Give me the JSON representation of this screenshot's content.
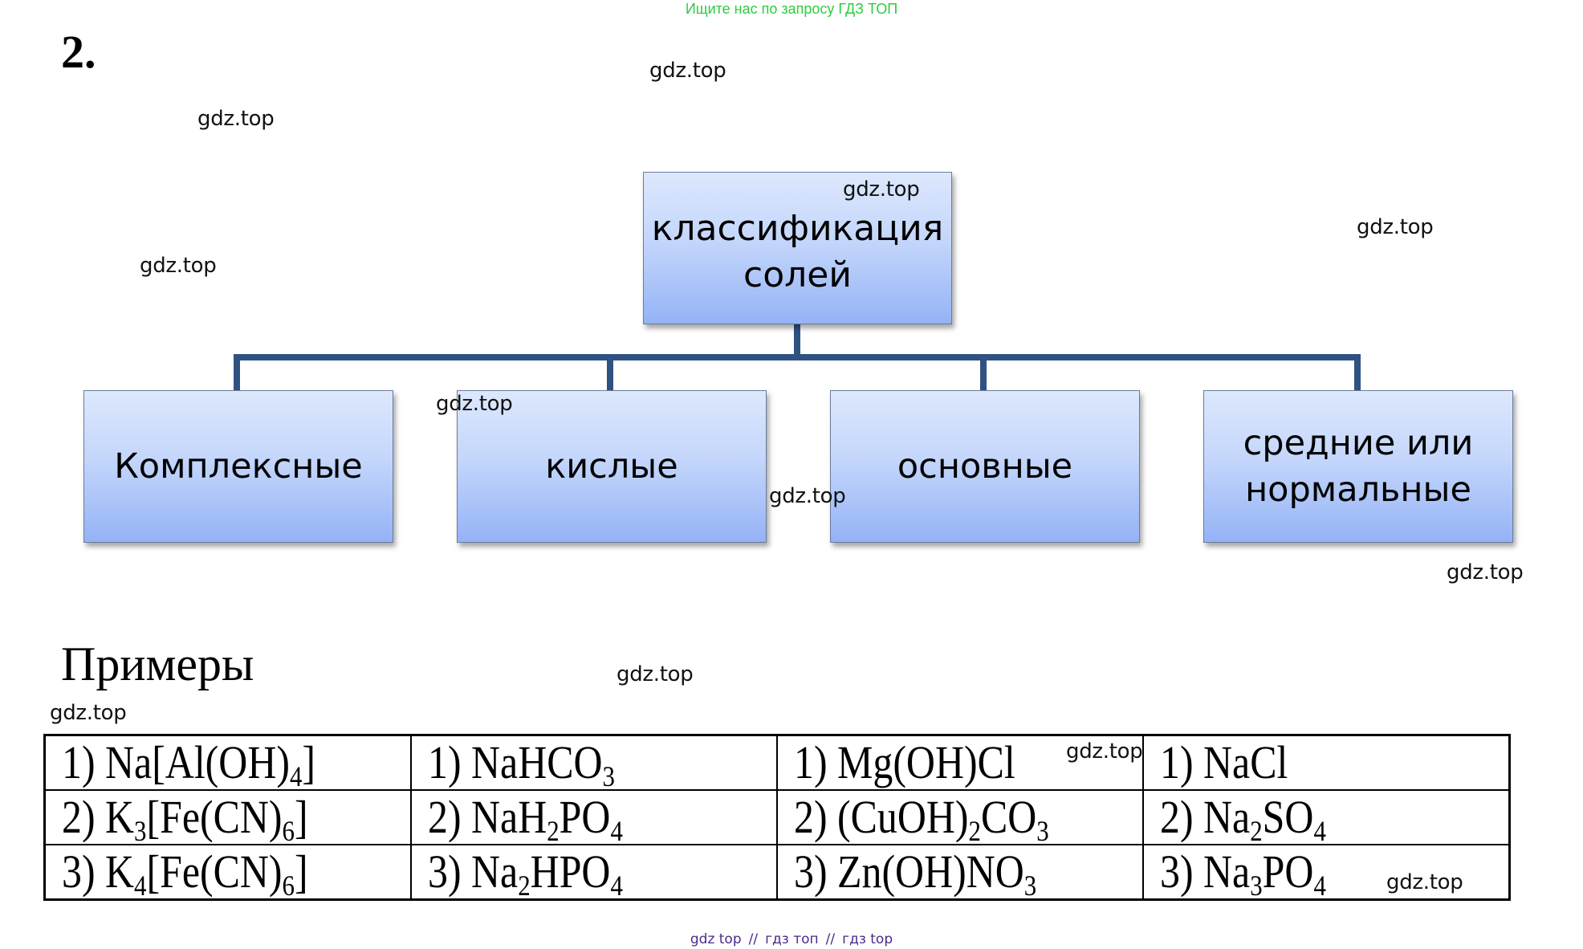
{
  "banner": {
    "text": "Ищите нас по запросу ГДЗ ТОП"
  },
  "task": {
    "number": "2."
  },
  "diagram": {
    "root": {
      "line1": "классификация",
      "line2": "солей"
    },
    "children": [
      {
        "line1": "Комплексные",
        "line2": ""
      },
      {
        "line1": "кислые",
        "line2": ""
      },
      {
        "line1": "основные",
        "line2": ""
      },
      {
        "line1": "средние или",
        "line2": "нормальные"
      }
    ],
    "colors": {
      "connector": "#2f5283",
      "box_top": "#dde8fc",
      "box_bottom": "#94b3f6"
    }
  },
  "examples": {
    "title": "Примеры",
    "columns": [
      {
        "category": "Комплексные",
        "items": [
          {
            "num": "1)",
            "parts": [
              "Na[Al(OH)",
              {
                "sub": "4"
              },
              "]"
            ]
          },
          {
            "num": "2)",
            "parts": [
              "K",
              {
                "sub": "3"
              },
              "[Fe(CN)",
              {
                "sub": "6"
              },
              "]"
            ]
          },
          {
            "num": "3)",
            "parts": [
              "K",
              {
                "sub": "4"
              },
              "[Fe(CN)",
              {
                "sub": "6"
              },
              "]"
            ]
          }
        ]
      },
      {
        "category": "кислые",
        "items": [
          {
            "num": "1)",
            "parts": [
              "NaHCO",
              {
                "sub": "3"
              }
            ]
          },
          {
            "num": "2)",
            "parts": [
              "NaH",
              {
                "sub": "2"
              },
              "PO",
              {
                "sub": "4"
              }
            ]
          },
          {
            "num": "3)",
            "parts": [
              "Na",
              {
                "sub": "2"
              },
              "HPO",
              {
                "sub": "4"
              }
            ]
          }
        ]
      },
      {
        "category": "основные",
        "items": [
          {
            "num": "1)",
            "parts": [
              "Mg(OH)Cl"
            ]
          },
          {
            "num": "2)",
            "parts": [
              "(CuOH)",
              {
                "sub": "2"
              },
              "CO",
              {
                "sub": "3"
              }
            ]
          },
          {
            "num": "3)",
            "parts": [
              "Zn(OH)NO",
              {
                "sub": "3"
              }
            ]
          }
        ]
      },
      {
        "category": "средние или нормальные",
        "items": [
          {
            "num": "1)",
            "parts": [
              "NaCl"
            ]
          },
          {
            "num": "2)",
            "parts": [
              "Na",
              {
                "sub": "2"
              },
              "SO",
              {
                "sub": "4"
              }
            ]
          },
          {
            "num": "3)",
            "parts": [
              "Na",
              {
                "sub": "3"
              },
              "PO",
              {
                "sub": "4"
              }
            ]
          }
        ]
      }
    ]
  },
  "watermarks": [
    "gdz.top",
    "gdz.top",
    "gdz.top",
    "gdz.top",
    "gdz.top",
    "gdz.top",
    "gdz.top",
    "gdz.top",
    "gdz.top",
    "gdz.top",
    "gdz.top",
    "gdz.top"
  ],
  "footer": {
    "items": [
      "gdz top",
      "гдз топ",
      "гдз top"
    ],
    "separator": "//"
  }
}
